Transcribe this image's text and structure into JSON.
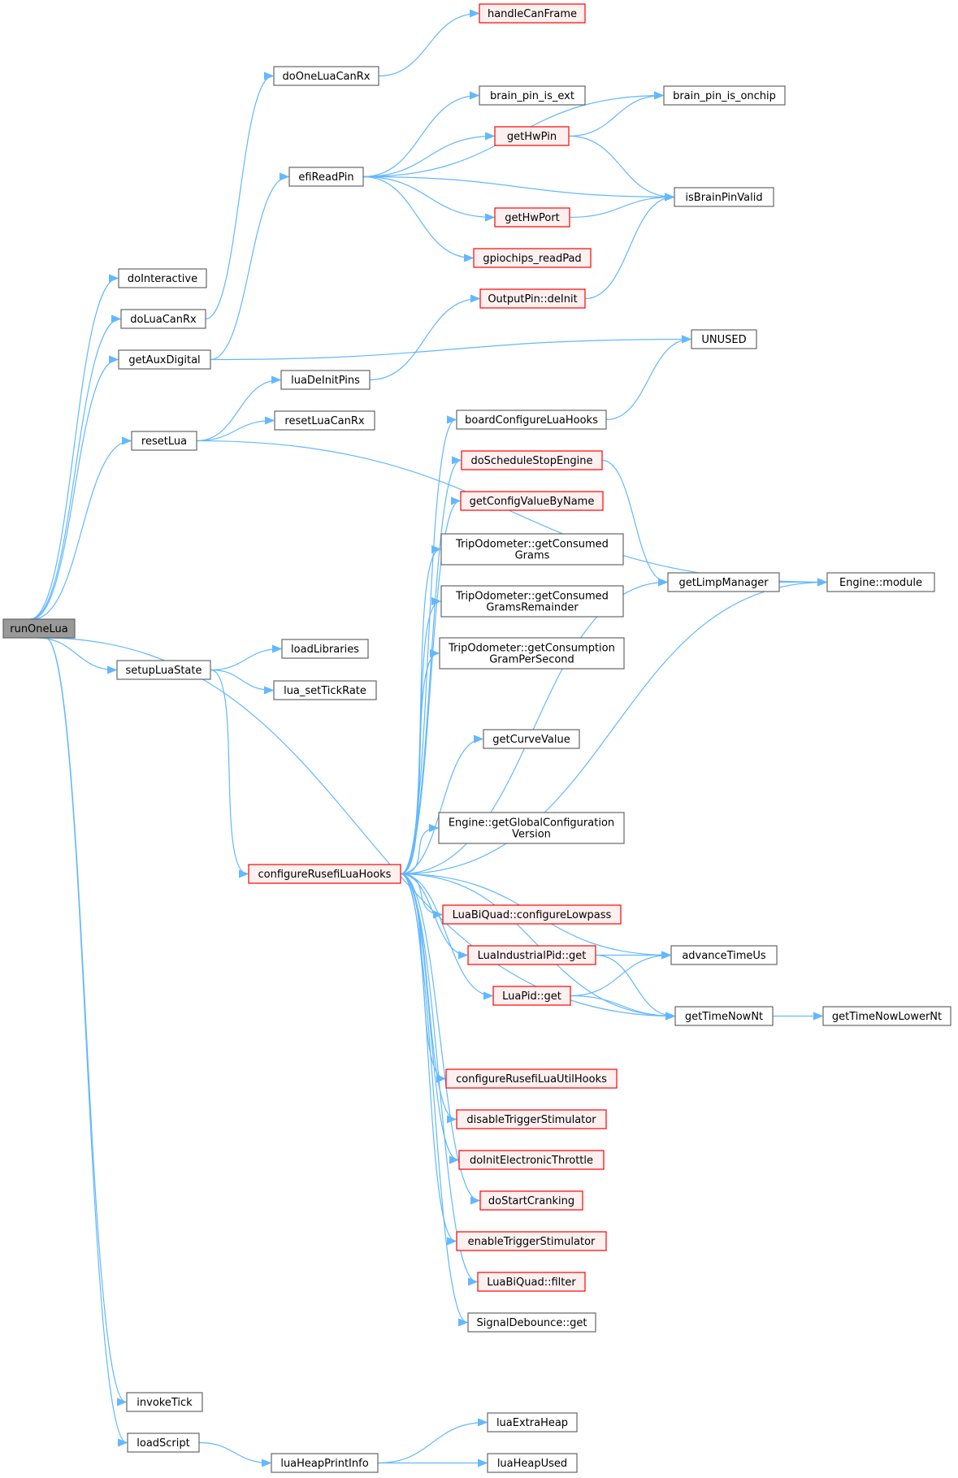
{
  "diagram": {
    "root": "runOneLua",
    "nodes": [
      {
        "id": "runOneLua",
        "label": "runOneLua",
        "style": "root"
      },
      {
        "id": "doInteractive",
        "label": "doInteractive",
        "style": "normal"
      },
      {
        "id": "doLuaCanRx",
        "label": "doLuaCanRx",
        "style": "normal"
      },
      {
        "id": "getAuxDigital",
        "label": "getAuxDigital",
        "style": "normal"
      },
      {
        "id": "resetLua",
        "label": "resetLua",
        "style": "normal"
      },
      {
        "id": "setupLuaState",
        "label": "setupLuaState",
        "style": "normal"
      },
      {
        "id": "invokeTick",
        "label": "invokeTick",
        "style": "normal"
      },
      {
        "id": "loadScript",
        "label": "loadScript",
        "style": "normal"
      },
      {
        "id": "doOneLuaCanRx",
        "label": "doOneLuaCanRx",
        "style": "normal"
      },
      {
        "id": "efiReadPin",
        "label": "efiReadPin",
        "style": "normal"
      },
      {
        "id": "luaDeInitPins",
        "label": "luaDeInitPins",
        "style": "normal"
      },
      {
        "id": "resetLuaCanRx",
        "label": "resetLuaCanRx",
        "style": "normal"
      },
      {
        "id": "loadLibraries",
        "label": "loadLibraries",
        "style": "normal"
      },
      {
        "id": "lua_setTickRate",
        "label": "lua_setTickRate",
        "style": "normal"
      },
      {
        "id": "configureRusefiLuaHooks",
        "label": "configureRusefiLuaHooks",
        "style": "red"
      },
      {
        "id": "luaHeapPrintInfo",
        "label": "luaHeapPrintInfo",
        "style": "normal"
      },
      {
        "id": "handleCanFrame",
        "label": "handleCanFrame",
        "style": "red"
      },
      {
        "id": "brain_pin_is_ext",
        "label": "brain_pin_is_ext",
        "style": "normal"
      },
      {
        "id": "getHwPin",
        "label": "getHwPin",
        "style": "red"
      },
      {
        "id": "getHwPort",
        "label": "getHwPort",
        "style": "red"
      },
      {
        "id": "gpiochips_readPad",
        "label": "gpiochips_readPad",
        "style": "red"
      },
      {
        "id": "OutputPin_deInit",
        "label": "OutputPin::deInit",
        "style": "red"
      },
      {
        "id": "boardConfigureLuaHooks",
        "label": "boardConfigureLuaHooks",
        "style": "normal"
      },
      {
        "id": "doScheduleStopEngine",
        "label": "doScheduleStopEngine",
        "style": "red"
      },
      {
        "id": "getConfigValueByName",
        "label": "getConfigValueByName",
        "style": "red"
      },
      {
        "id": "TripOdometer_getConsumedGrams",
        "label": "TripOdometer::getConsumed\nGrams",
        "style": "normal"
      },
      {
        "id": "TripOdometer_getConsumedGramsRemainder",
        "label": "TripOdometer::getConsumed\nGramsRemainder",
        "style": "normal"
      },
      {
        "id": "TripOdometer_getConsumptionGramPerSecond",
        "label": "TripOdometer::getConsumption\nGramPerSecond",
        "style": "normal"
      },
      {
        "id": "getCurveValue",
        "label": "getCurveValue",
        "style": "normal"
      },
      {
        "id": "Engine_getGlobalConfigurationVersion",
        "label": "Engine::getGlobalConfiguration\nVersion",
        "style": "normal"
      },
      {
        "id": "LuaBiQuad_configureLowpass",
        "label": "LuaBiQuad::configureLowpass",
        "style": "red"
      },
      {
        "id": "LuaIndustrialPid_get",
        "label": "LuaIndustrialPid::get",
        "style": "red"
      },
      {
        "id": "LuaPid_get",
        "label": "LuaPid::get",
        "style": "red"
      },
      {
        "id": "configureRusefiLuaUtilHooks",
        "label": "configureRusefiLuaUtilHooks",
        "style": "red"
      },
      {
        "id": "disableTriggerStimulator",
        "label": "disableTriggerStimulator",
        "style": "red"
      },
      {
        "id": "doInitElectronicThrottle",
        "label": "doInitElectronicThrottle",
        "style": "red"
      },
      {
        "id": "doStartCranking",
        "label": "doStartCranking",
        "style": "red"
      },
      {
        "id": "enableTriggerStimulator",
        "label": "enableTriggerStimulator",
        "style": "red"
      },
      {
        "id": "LuaBiQuad_filter",
        "label": "LuaBiQuad::filter",
        "style": "red"
      },
      {
        "id": "SignalDebounce_get",
        "label": "SignalDebounce::get",
        "style": "normal"
      },
      {
        "id": "luaExtraHeap",
        "label": "luaExtraHeap",
        "style": "normal"
      },
      {
        "id": "luaHeapUsed",
        "label": "luaHeapUsed",
        "style": "normal"
      },
      {
        "id": "brain_pin_is_onchip",
        "label": "brain_pin_is_onchip",
        "style": "normal"
      },
      {
        "id": "isBrainPinValid",
        "label": "isBrainPinValid",
        "style": "normal"
      },
      {
        "id": "UNUSED",
        "label": "UNUSED",
        "style": "normal"
      },
      {
        "id": "getLimpManager",
        "label": "getLimpManager",
        "style": "normal"
      },
      {
        "id": "advanceTimeUs",
        "label": "advanceTimeUs",
        "style": "normal"
      },
      {
        "id": "getTimeNowNt",
        "label": "getTimeNowNt",
        "style": "normal"
      },
      {
        "id": "Engine_module",
        "label": "Engine::module",
        "style": "normal"
      },
      {
        "id": "getTimeNowLowerNt",
        "label": "getTimeNowLowerNt",
        "style": "normal"
      }
    ],
    "edges": [
      [
        "runOneLua",
        "doInteractive"
      ],
      [
        "runOneLua",
        "doLuaCanRx"
      ],
      [
        "runOneLua",
        "getAuxDigital"
      ],
      [
        "runOneLua",
        "resetLua"
      ],
      [
        "runOneLua",
        "setupLuaState"
      ],
      [
        "runOneLua",
        "getTimeNowNt"
      ],
      [
        "runOneLua",
        "invokeTick"
      ],
      [
        "runOneLua",
        "loadScript"
      ],
      [
        "doLuaCanRx",
        "doOneLuaCanRx"
      ],
      [
        "doOneLuaCanRx",
        "handleCanFrame"
      ],
      [
        "getAuxDigital",
        "efiReadPin"
      ],
      [
        "getAuxDigital",
        "UNUSED"
      ],
      [
        "efiReadPin",
        "brain_pin_is_onchip"
      ],
      [
        "efiReadPin",
        "brain_pin_is_ext"
      ],
      [
        "efiReadPin",
        "getHwPin"
      ],
      [
        "efiReadPin",
        "isBrainPinValid"
      ],
      [
        "efiReadPin",
        "getHwPort"
      ],
      [
        "efiReadPin",
        "gpiochips_readPad"
      ],
      [
        "getHwPin",
        "brain_pin_is_onchip"
      ],
      [
        "getHwPin",
        "isBrainPinValid"
      ],
      [
        "getHwPort",
        "isBrainPinValid"
      ],
      [
        "OutputPin_deInit",
        "isBrainPinValid"
      ],
      [
        "resetLua",
        "luaDeInitPins"
      ],
      [
        "resetLua",
        "resetLuaCanRx"
      ],
      [
        "resetLua",
        "Engine_module"
      ],
      [
        "luaDeInitPins",
        "OutputPin_deInit"
      ],
      [
        "setupLuaState",
        "loadLibraries"
      ],
      [
        "setupLuaState",
        "lua_setTickRate"
      ],
      [
        "setupLuaState",
        "configureRusefiLuaHooks"
      ],
      [
        "boardConfigureLuaHooks",
        "UNUSED"
      ],
      [
        "doScheduleStopEngine",
        "getLimpManager"
      ],
      [
        "getLimpManager",
        "Engine_module"
      ],
      [
        "configureRusefiLuaHooks",
        "boardConfigureLuaHooks"
      ],
      [
        "configureRusefiLuaHooks",
        "doScheduleStopEngine"
      ],
      [
        "configureRusefiLuaHooks",
        "getConfigValueByName"
      ],
      [
        "configureRusefiLuaHooks",
        "TripOdometer_getConsumedGrams"
      ],
      [
        "configureRusefiLuaHooks",
        "TripOdometer_getConsumedGramsRemainder"
      ],
      [
        "configureRusefiLuaHooks",
        "TripOdometer_getConsumptionGramPerSecond"
      ],
      [
        "configureRusefiLuaHooks",
        "getLimpManager"
      ],
      [
        "configureRusefiLuaHooks",
        "getCurveValue"
      ],
      [
        "configureRusefiLuaHooks",
        "Engine_module"
      ],
      [
        "configureRusefiLuaHooks",
        "Engine_getGlobalConfigurationVersion"
      ],
      [
        "configureRusefiLuaHooks",
        "advanceTimeUs"
      ],
      [
        "configureRusefiLuaHooks",
        "LuaBiQuad_configureLowpass"
      ],
      [
        "configureRusefiLuaHooks",
        "LuaIndustrialPid_get"
      ],
      [
        "configureRusefiLuaHooks",
        "LuaPid_get"
      ],
      [
        "configureRusefiLuaHooks",
        "getTimeNowNt"
      ],
      [
        "configureRusefiLuaHooks",
        "configureRusefiLuaUtilHooks"
      ],
      [
        "configureRusefiLuaHooks",
        "disableTriggerStimulator"
      ],
      [
        "configureRusefiLuaHooks",
        "doInitElectronicThrottle"
      ],
      [
        "configureRusefiLuaHooks",
        "doStartCranking"
      ],
      [
        "configureRusefiLuaHooks",
        "enableTriggerStimulator"
      ],
      [
        "configureRusefiLuaHooks",
        "LuaBiQuad_filter"
      ],
      [
        "configureRusefiLuaHooks",
        "SignalDebounce_get"
      ],
      [
        "LuaIndustrialPid_get",
        "advanceTimeUs"
      ],
      [
        "LuaIndustrialPid_get",
        "getTimeNowNt"
      ],
      [
        "LuaPid_get",
        "advanceTimeUs"
      ],
      [
        "LuaPid_get",
        "getTimeNowNt"
      ],
      [
        "getTimeNowNt",
        "getTimeNowLowerNt"
      ],
      [
        "loadScript",
        "luaHeapPrintInfo"
      ],
      [
        "luaHeapPrintInfo",
        "luaExtraHeap"
      ],
      [
        "luaHeapPrintInfo",
        "luaHeapUsed"
      ]
    ],
    "colors": {
      "edge": "#63b8ff",
      "node_border": "#666666",
      "node_fill": "#ffffff",
      "highlight_border": "#ff0000",
      "highlight_fill": "#fff0f0",
      "root_fill": "#999999"
    }
  }
}
